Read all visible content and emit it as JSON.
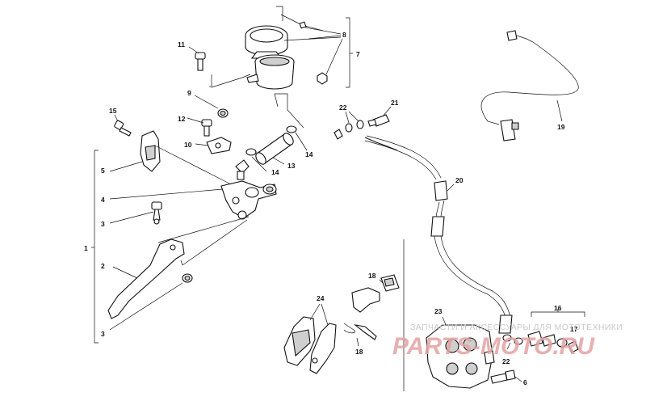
{
  "callouts": {
    "n1": "1",
    "n2": "2",
    "n3a": "3",
    "n3b": "3",
    "n4": "4",
    "n5": "5",
    "n6": "6",
    "n7": "7",
    "n8": "8",
    "n9": "9",
    "n10": "10",
    "n11": "11",
    "n12": "12",
    "n13": "13",
    "n14a": "14",
    "n14b": "14",
    "n15": "15",
    "n16": "16",
    "n17": "17",
    "n18a": "18",
    "n18b": "18",
    "n19": "19",
    "n20": "20",
    "n21": "21",
    "n22a": "22",
    "n22b": "22",
    "n23": "23",
    "n24": "24"
  },
  "watermark": {
    "line1": "ЗАПЧАСТИ И АКСЕССУАРЫ ДЛЯ МОТОТЕХНИКИ",
    "line2": "PARTS-MOTO.RU"
  }
}
